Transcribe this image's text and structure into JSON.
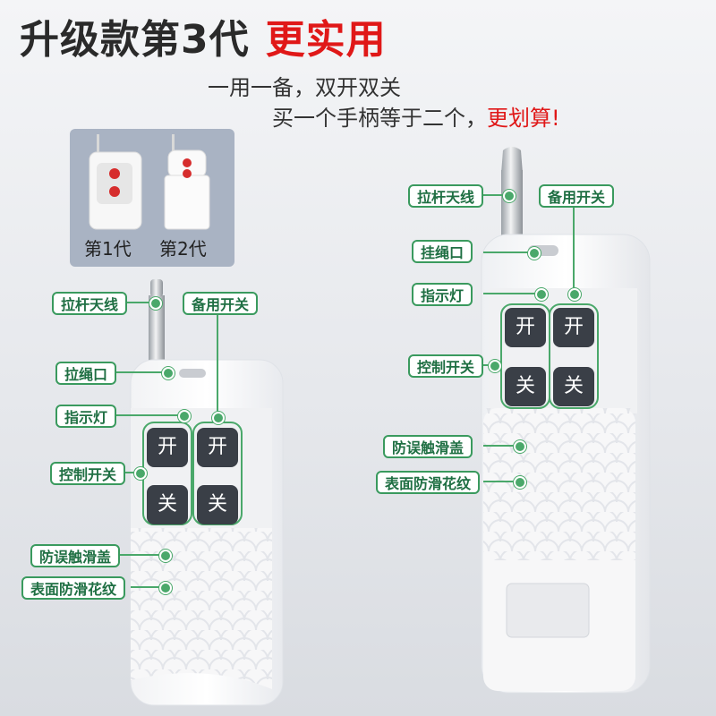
{
  "headline": {
    "main": "升级款第3代",
    "highlight": "更实用"
  },
  "subtitle": {
    "line1": "一用一备，双开双关",
    "line2_prefix": "买一个手柄等于二个，",
    "line2_highlight": "更划算!"
  },
  "generations": [
    {
      "label": "第1代"
    },
    {
      "label": "第2代"
    }
  ],
  "left_remote": {
    "callouts": {
      "antenna": "拉杆天线",
      "spare_switch": "备用开关",
      "lanyard": "拉绳口",
      "indicator": "指示灯",
      "control_switch": "控制开关",
      "cover": "防误触滑盖",
      "texture": "表面防滑花纹"
    },
    "buttons": {
      "on": "开",
      "off": "关"
    }
  },
  "right_remote": {
    "callouts": {
      "antenna": "拉杆天线",
      "spare_switch": "备用开关",
      "lanyard": "挂绳口",
      "indicator": "指示灯",
      "control_switch": "控制开关",
      "cover": "防误触滑盖",
      "texture": "表面防滑花纹"
    },
    "buttons": {
      "on": "开",
      "off": "关"
    }
  },
  "colors": {
    "accent_red": "#e01818",
    "callout_green": "#3a9a5e",
    "button_dark": "#3a3f47"
  }
}
